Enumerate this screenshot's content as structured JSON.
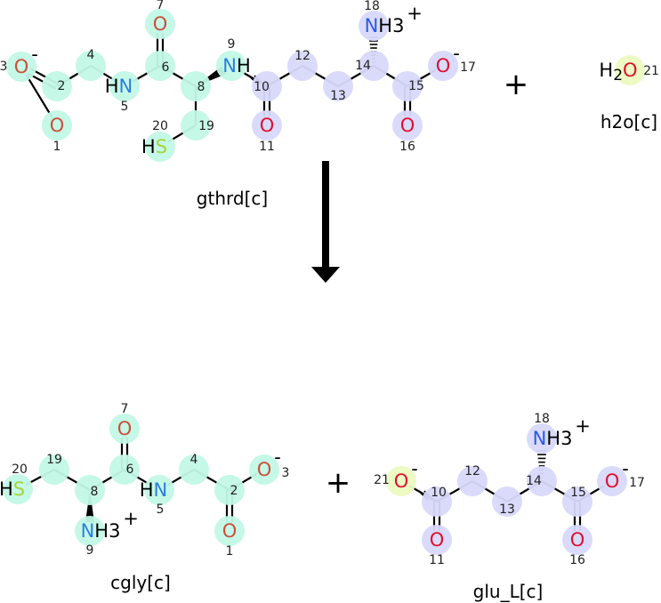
{
  "reaction": {
    "reactants": [
      {
        "id": "gthrd",
        "name": "gthrd[c]",
        "atoms": [
          {
            "n": "1",
            "el": "O"
          },
          {
            "n": "2",
            "el": "C"
          },
          {
            "n": "3",
            "el": "O",
            "charge": "-"
          },
          {
            "n": "4",
            "el": "C"
          },
          {
            "n": "5",
            "el": "N",
            "pre": "H"
          },
          {
            "n": "6",
            "el": "C"
          },
          {
            "n": "7",
            "el": "O"
          },
          {
            "n": "8",
            "el": "C"
          },
          {
            "n": "9",
            "el": "N",
            "suf": "H"
          },
          {
            "n": "10",
            "el": "C"
          },
          {
            "n": "11",
            "el": "O"
          },
          {
            "n": "12",
            "el": "C"
          },
          {
            "n": "13",
            "el": "C"
          },
          {
            "n": "14",
            "el": "C"
          },
          {
            "n": "15",
            "el": "C"
          },
          {
            "n": "16",
            "el": "O"
          },
          {
            "n": "17",
            "el": "O",
            "charge": "-"
          },
          {
            "n": "18",
            "el": "N",
            "suf": "H3",
            "charge": "+"
          },
          {
            "n": "19",
            "el": "C"
          },
          {
            "n": "20",
            "el": "S",
            "pre": "H"
          }
        ]
      },
      {
        "id": "h2o",
        "name": "h2o[c]",
        "atoms": [
          {
            "n": "21",
            "el": "O",
            "pre": "H2"
          }
        ]
      }
    ],
    "products": [
      {
        "id": "cgly",
        "name": "cgly[c]",
        "atoms": [
          {
            "n": "20",
            "el": "S",
            "pre": "H"
          },
          {
            "n": "19",
            "el": "C"
          },
          {
            "n": "8",
            "el": "C"
          },
          {
            "n": "9",
            "el": "N",
            "suf": "H3",
            "charge": "+"
          },
          {
            "n": "6",
            "el": "C"
          },
          {
            "n": "7",
            "el": "O"
          },
          {
            "n": "5",
            "el": "N",
            "pre": "H"
          },
          {
            "n": "4",
            "el": "C"
          },
          {
            "n": "2",
            "el": "C"
          },
          {
            "n": "1",
            "el": "O"
          },
          {
            "n": "3",
            "el": "O",
            "charge": "-"
          }
        ]
      },
      {
        "id": "glu_L",
        "name": "glu_L[c]",
        "atoms": [
          {
            "n": "21",
            "el": "O",
            "charge": "-"
          },
          {
            "n": "10",
            "el": "C"
          },
          {
            "n": "11",
            "el": "O"
          },
          {
            "n": "12",
            "el": "C"
          },
          {
            "n": "13",
            "el": "C"
          },
          {
            "n": "14",
            "el": "C"
          },
          {
            "n": "18",
            "el": "N",
            "suf": "H3",
            "charge": "+"
          },
          {
            "n": "15",
            "el": "C"
          },
          {
            "n": "16",
            "el": "O"
          },
          {
            "n": "17",
            "el": "O",
            "charge": "-"
          }
        ]
      }
    ],
    "plus_sign": "+"
  },
  "colors": {
    "group_a": "#c2f8e6",
    "group_b": "#d8d9fb",
    "group_c": "#ecfac0",
    "oxygen": "#e0102f",
    "oxygen_dim": "#c9503c",
    "nitrogen": "#2a5ae8",
    "nitrogen_dim": "#2d7de0",
    "sulfur": "#a6d63c"
  }
}
